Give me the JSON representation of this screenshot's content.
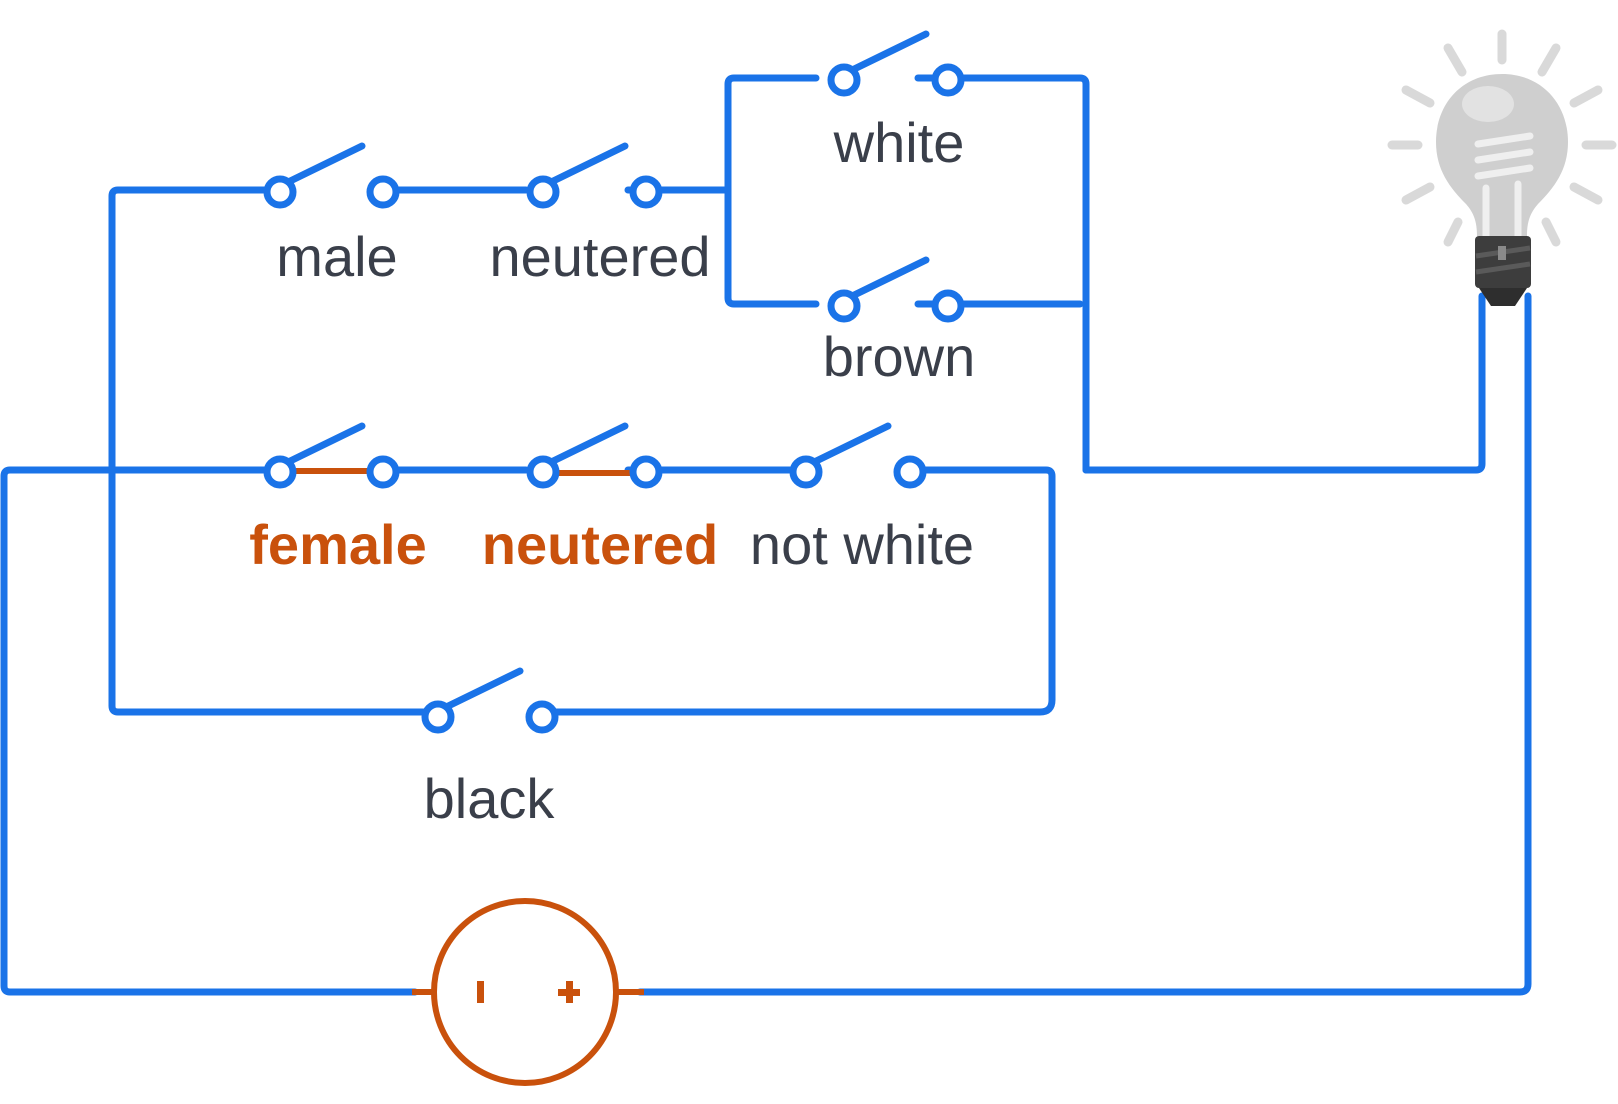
{
  "diagram": {
    "labels": {
      "male": "male",
      "neutered_top": "neutered",
      "white": "white",
      "brown": "brown",
      "female": "female",
      "neutered_bottom": "neutered",
      "not_white": "not white",
      "black": "black"
    },
    "switch_states": {
      "male": "open",
      "neutered_top": "open",
      "white": "open",
      "brown": "open",
      "female": "closed",
      "neutered_bottom": "closed",
      "not_white": "open",
      "black": "open"
    },
    "lamp": {
      "state": "off",
      "icon": "light-bulb-icon"
    },
    "battery": {
      "icon": "battery-icon",
      "minus": "-",
      "plus": "+"
    },
    "colors": {
      "wire": "#1a73e8",
      "closed_highlight": "#c9510c",
      "label_text": "#3a3f4a",
      "bulb_glass": "#cfcfcf",
      "bulb_base": "#3d3d3d"
    }
  }
}
